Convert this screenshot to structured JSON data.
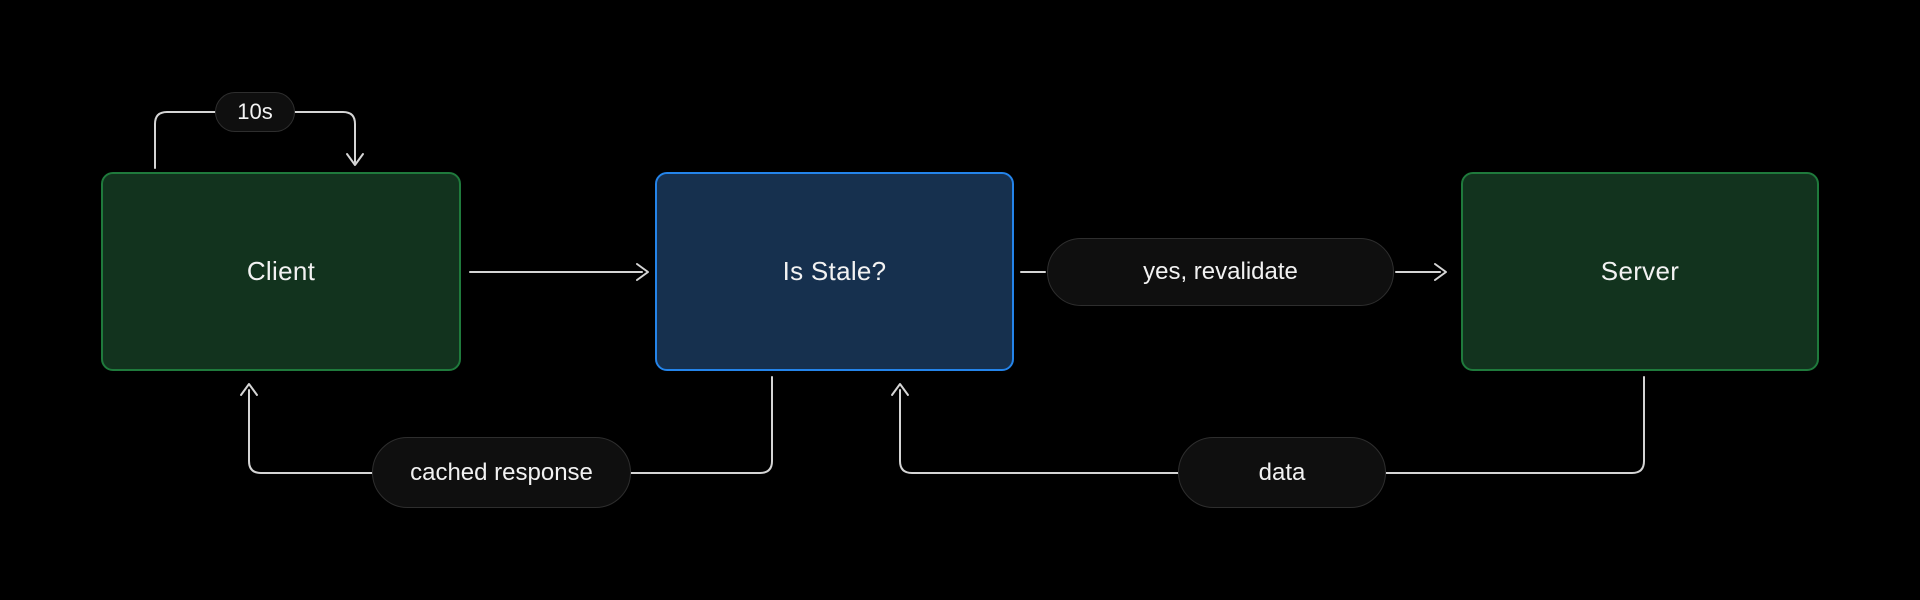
{
  "diagram": {
    "nodes": [
      {
        "id": "client",
        "label": "Client",
        "type": "green"
      },
      {
        "id": "is-stale",
        "label": "Is Stale?",
        "type": "blue"
      },
      {
        "id": "server",
        "label": "Server",
        "type": "green"
      }
    ],
    "edge_labels": {
      "refresh_interval": "10s",
      "revalidate": "yes, revalidate",
      "cached_response": "cached response",
      "data": "data"
    },
    "colors": {
      "background": "#000000",
      "node_green_fill": "#12331e",
      "node_green_border": "#1f7a3c",
      "node_blue_fill": "#16304e",
      "node_blue_border": "#2484ea",
      "edge_line": "#d5d5d5",
      "pill_fill": "#0f0f0f",
      "pill_border": "#2e2e2e",
      "text": "#f2f2f2"
    }
  }
}
